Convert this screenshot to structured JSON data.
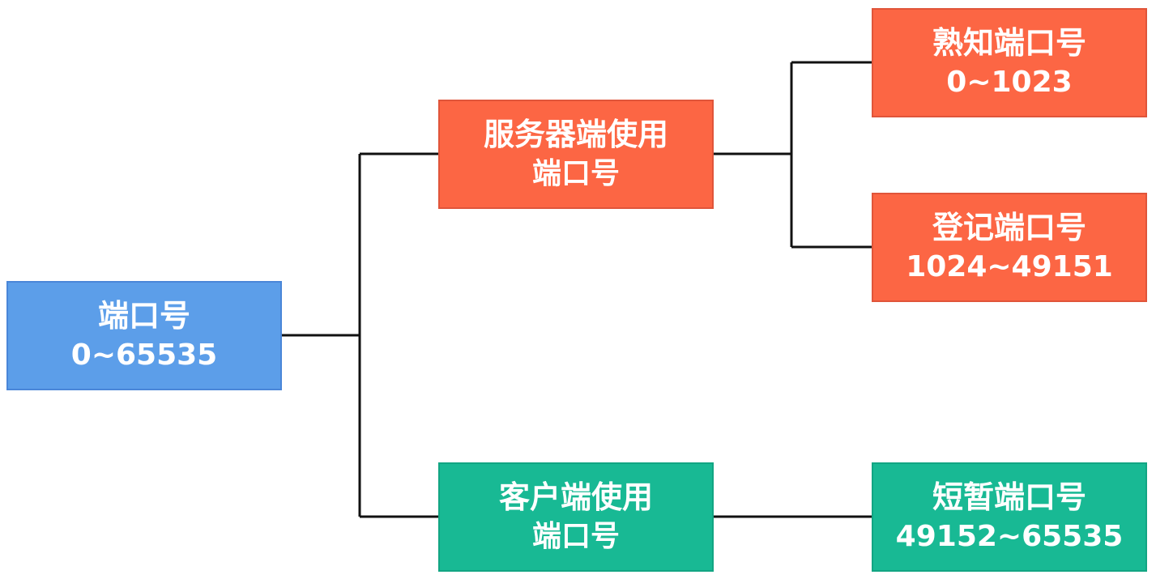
{
  "colors": {
    "root_fill": "#5c9ee9",
    "server_fill": "#fc6644",
    "client_fill": "#18b994",
    "connector": "#111111",
    "text": "#ffffff"
  },
  "nodes": {
    "root": {
      "line1": "端口号",
      "line2": "0~65535"
    },
    "server": {
      "line1": "服务器端使用",
      "line2": "端口号"
    },
    "client": {
      "line1": "客户端使用",
      "line2": "端口号"
    },
    "well_known": {
      "line1": "熟知端口号",
      "line2": "0~1023"
    },
    "registered": {
      "line1": "登记端口号",
      "line2": "1024~49151"
    },
    "ephemeral": {
      "line1": "短暂端口号",
      "line2": "49152~65535"
    }
  }
}
